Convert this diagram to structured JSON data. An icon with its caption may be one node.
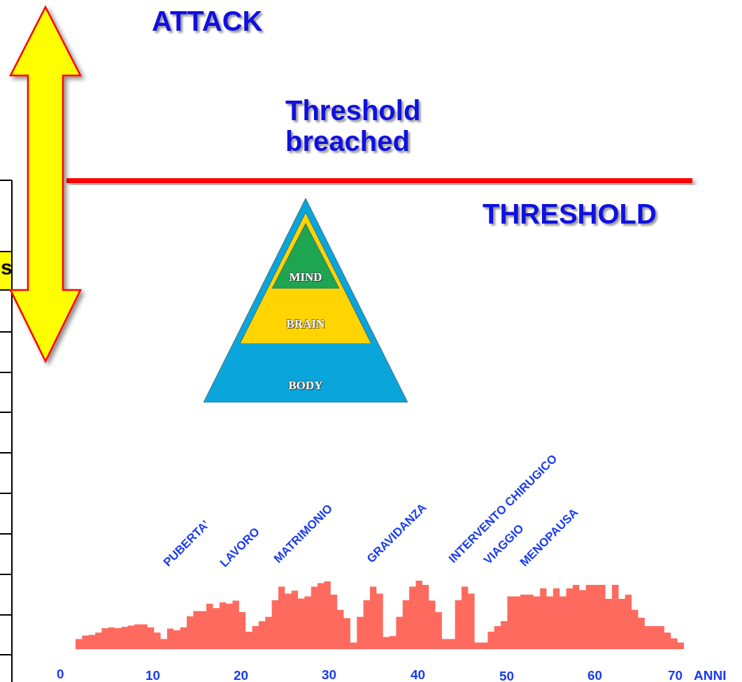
{
  "diagram": {
    "nodes": [
      {
        "text": [
          "BODY"
        ]
      },
      {
        "text": [
          "BRAIN"
        ],
        "in": 0
      },
      {
        "text": [
          "MIND"
        ],
        "in": 1
      }
    ],
    "edges": [],
    "labels": [
      "ATTACK",
      "Threshold breached",
      "THRESHOLD",
      "s",
      "PUBERTA’",
      "LAVORO",
      "MATRIMONIO",
      "GRAVIDANZA",
      "INTERVENTO CHIRUGICO",
      "VIAGGIO",
      "MENOPAUSA",
      "0",
      "10",
      "20",
      "30",
      "40",
      "50",
      "60",
      "70",
      "ANNI"
    ]
  }
}
